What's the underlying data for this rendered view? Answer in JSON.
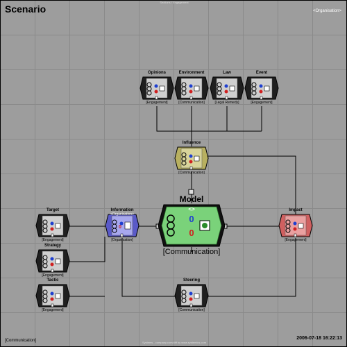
{
  "title": "Scenario",
  "top_caption": "Sections / Engagement",
  "badge": "<Organisation>",
  "footer_left": "[Communication]",
  "footer_center": "Systems - company.com/diff by www.systemics.com",
  "timestamp": "2006-07-18 16:22:13",
  "colors": {
    "dark": "#1f1f1f",
    "influence": "#b8b060",
    "information": "#8c8ce0",
    "impact": "#e08080",
    "model": "#7ad27a"
  },
  "nodes": {
    "opinions": {
      "title": "Opinions",
      "sub": "[Engagement]"
    },
    "environment": {
      "title": "Environment",
      "sub": "[Communication]"
    },
    "law": {
      "title": "Law",
      "sub": "[Legal Remedy]"
    },
    "event": {
      "title": "Event",
      "sub": "[Engagement]"
    },
    "influence": {
      "title": "Influence",
      "sub": "[Communication]"
    },
    "model": {
      "title": "Model",
      "sub": "[Communication]",
      "top_symbol": "<>",
      "value_blue": "0",
      "value_red": "0"
    },
    "target": {
      "title": "Target",
      "sub": "[Engagement]"
    },
    "information": {
      "title": "Information",
      "sub": "[Organisation]",
      "top_label": "<Organisation>",
      "value_red": "0"
    },
    "impact": {
      "title": "Impact",
      "sub": "[Engagement]"
    },
    "strategy": {
      "title": "Strategy",
      "sub": "[Engagement]"
    },
    "tactic": {
      "title": "Tactic",
      "sub": "[Engagement]"
    },
    "steering": {
      "title": "Steering",
      "sub": "[Communication]"
    }
  }
}
